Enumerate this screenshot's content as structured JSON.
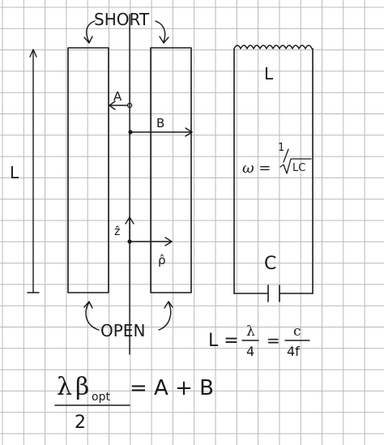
{
  "labels": {
    "short": "SHORT",
    "open": "OPEN",
    "inner_radius": "A",
    "outer_radius": "B",
    "length_left": "L",
    "length_right": "L",
    "capacitor": "C",
    "z_hat": "ẑ",
    "rho_hat": "ρ̂"
  },
  "equations": {
    "omega_lhs": "ω =",
    "omega_num": "1",
    "omega_den": "LC",
    "L_eq_lhs": "L =",
    "L_eq_frac1_num": "λ",
    "L_eq_frac1_den": "4",
    "L_eq_eq": "=",
    "L_eq_frac2_num": "c",
    "L_eq_frac2_den": "4f",
    "beta_num_lambda": "λ",
    "beta_num_beta": "β",
    "beta_sub": "opt",
    "beta_den": "2",
    "beta_rhs": "= A + B"
  }
}
